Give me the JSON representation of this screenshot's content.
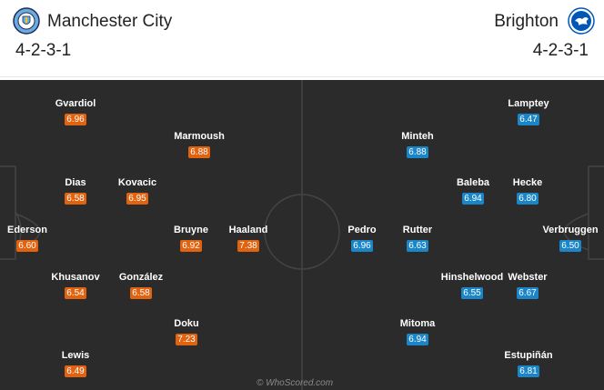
{
  "home": {
    "name": "Manchester City",
    "formation": "4-2-3-1",
    "crest": "manchester-city-crest",
    "color": "#e2630f",
    "players": [
      {
        "name": "Gvardiol",
        "rating": "6.96"
      },
      {
        "name": "Marmoush",
        "rating": "6.88"
      },
      {
        "name": "Dias",
        "rating": "6.58"
      },
      {
        "name": "Kovacic",
        "rating": "6.95"
      },
      {
        "name": "Ederson",
        "rating": "6.60"
      },
      {
        "name": "Bruyne",
        "rating": "6.92"
      },
      {
        "name": "Haaland",
        "rating": "7.38"
      },
      {
        "name": "Khusanov",
        "rating": "6.54"
      },
      {
        "name": "González",
        "rating": "6.58"
      },
      {
        "name": "Doku",
        "rating": "7.23"
      },
      {
        "name": "Lewis",
        "rating": "6.49"
      }
    ]
  },
  "away": {
    "name": "Brighton",
    "formation": "4-2-3-1",
    "crest": "brighton-crest",
    "color": "#1a86c8",
    "players": [
      {
        "name": "Lamptey",
        "rating": "6.47"
      },
      {
        "name": "Minteh",
        "rating": "6.88"
      },
      {
        "name": "Baleba",
        "rating": "6.94"
      },
      {
        "name": "Hecke",
        "rating": "6.80"
      },
      {
        "name": "Pedro",
        "rating": "6.96"
      },
      {
        "name": "Rutter",
        "rating": "6.63"
      },
      {
        "name": "Verbruggen",
        "rating": "6.50"
      },
      {
        "name": "Hinshelwood",
        "rating": "6.55"
      },
      {
        "name": "Webster",
        "rating": "6.67"
      },
      {
        "name": "Mitoma",
        "rating": "6.94"
      },
      {
        "name": "Estupiñán",
        "rating": "6.81"
      }
    ]
  },
  "watermark": "© WhoScored.com"
}
